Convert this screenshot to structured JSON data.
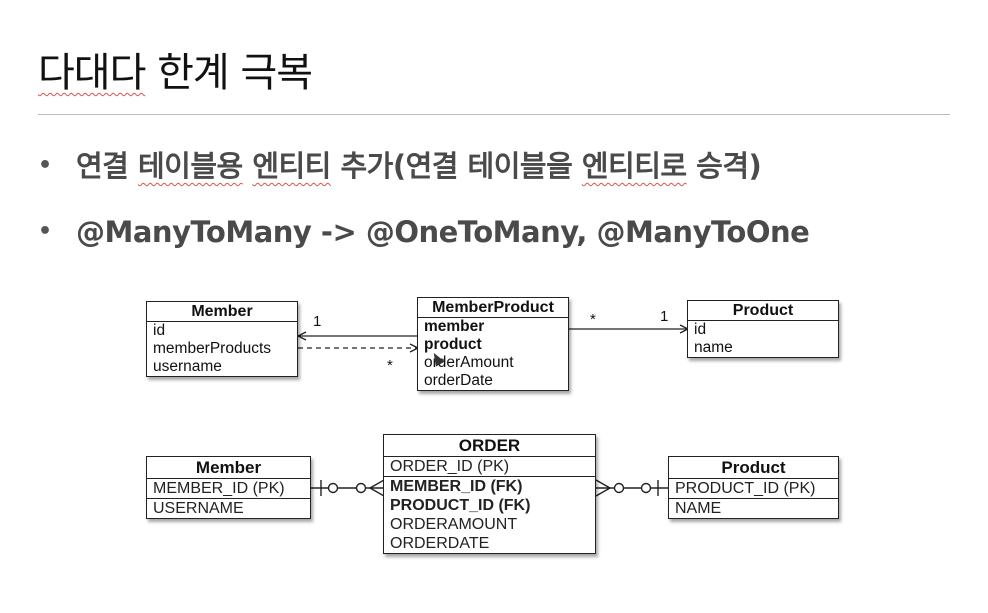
{
  "page": {
    "title_parts": [
      "다대다",
      " 한계 극복"
    ]
  },
  "bullets": [
    {
      "segments": [
        "연결 ",
        "테이블용",
        " ",
        "엔티티",
        " 추가(연결 테이블을 ",
        "엔티티로",
        " 승격)"
      ]
    },
    {
      "text": "@ManyToMany -> @OneToMany, @ManyToOne"
    }
  ],
  "class_diagram": {
    "member": {
      "name": "Member",
      "fields": [
        "id",
        "memberProducts",
        "username"
      ]
    },
    "member_product": {
      "name": "MemberProduct",
      "bold_fields": [
        "member",
        "product"
      ],
      "fields": [
        "orderAmount",
        "orderDate"
      ]
    },
    "product": {
      "name": "Product",
      "fields": [
        "id",
        "name"
      ]
    },
    "labels": {
      "mp_member_one": "1",
      "mp_member_many": "*",
      "mp_product_many": "*",
      "mp_product_one": "1"
    }
  },
  "erd": {
    "member": {
      "name": "Member",
      "pk": "MEMBER_ID (PK)",
      "fields": [
        "USERNAME"
      ]
    },
    "order": {
      "name": "ORDER",
      "pk": "ORDER_ID (PK)",
      "fks": [
        "MEMBER_ID (FK)",
        "PRODUCT_ID (FK)"
      ],
      "fields": [
        "ORDERAMOUNT",
        "ORDERDATE"
      ]
    },
    "product": {
      "name": "Product",
      "pk": "PRODUCT_ID (PK)",
      "fields": [
        "NAME"
      ]
    }
  }
}
